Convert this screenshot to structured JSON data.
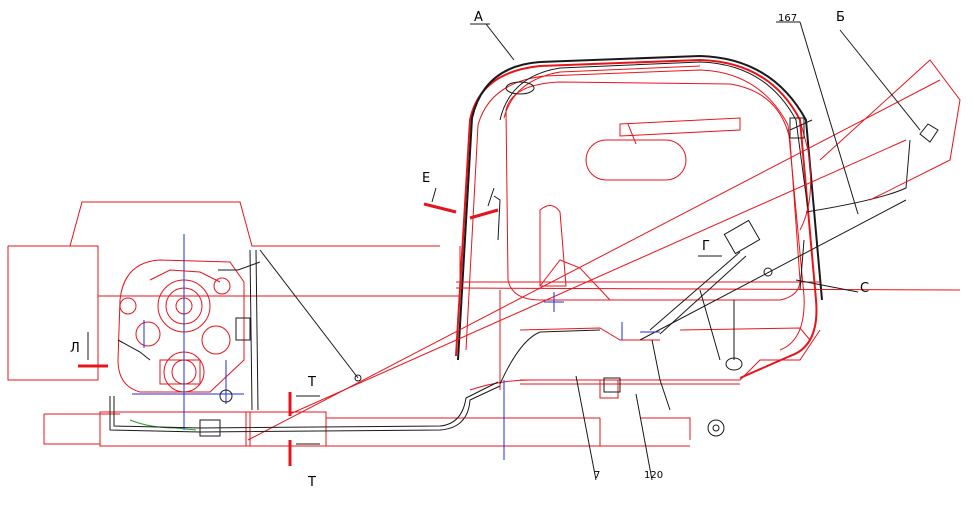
{
  "labels": {
    "a": "А",
    "b": "Б",
    "e": "Е",
    "g": "Г",
    "c": "С",
    "l": "Л",
    "t_top": "Т",
    "t_bottom": "Т",
    "n167": "167",
    "n7": "7",
    "n120": "120"
  },
  "colors": {
    "frame": "#e8141b",
    "hose": "#1a1a1a",
    "axis": "#1f2fd6",
    "accent": "#2a9a2a"
  }
}
